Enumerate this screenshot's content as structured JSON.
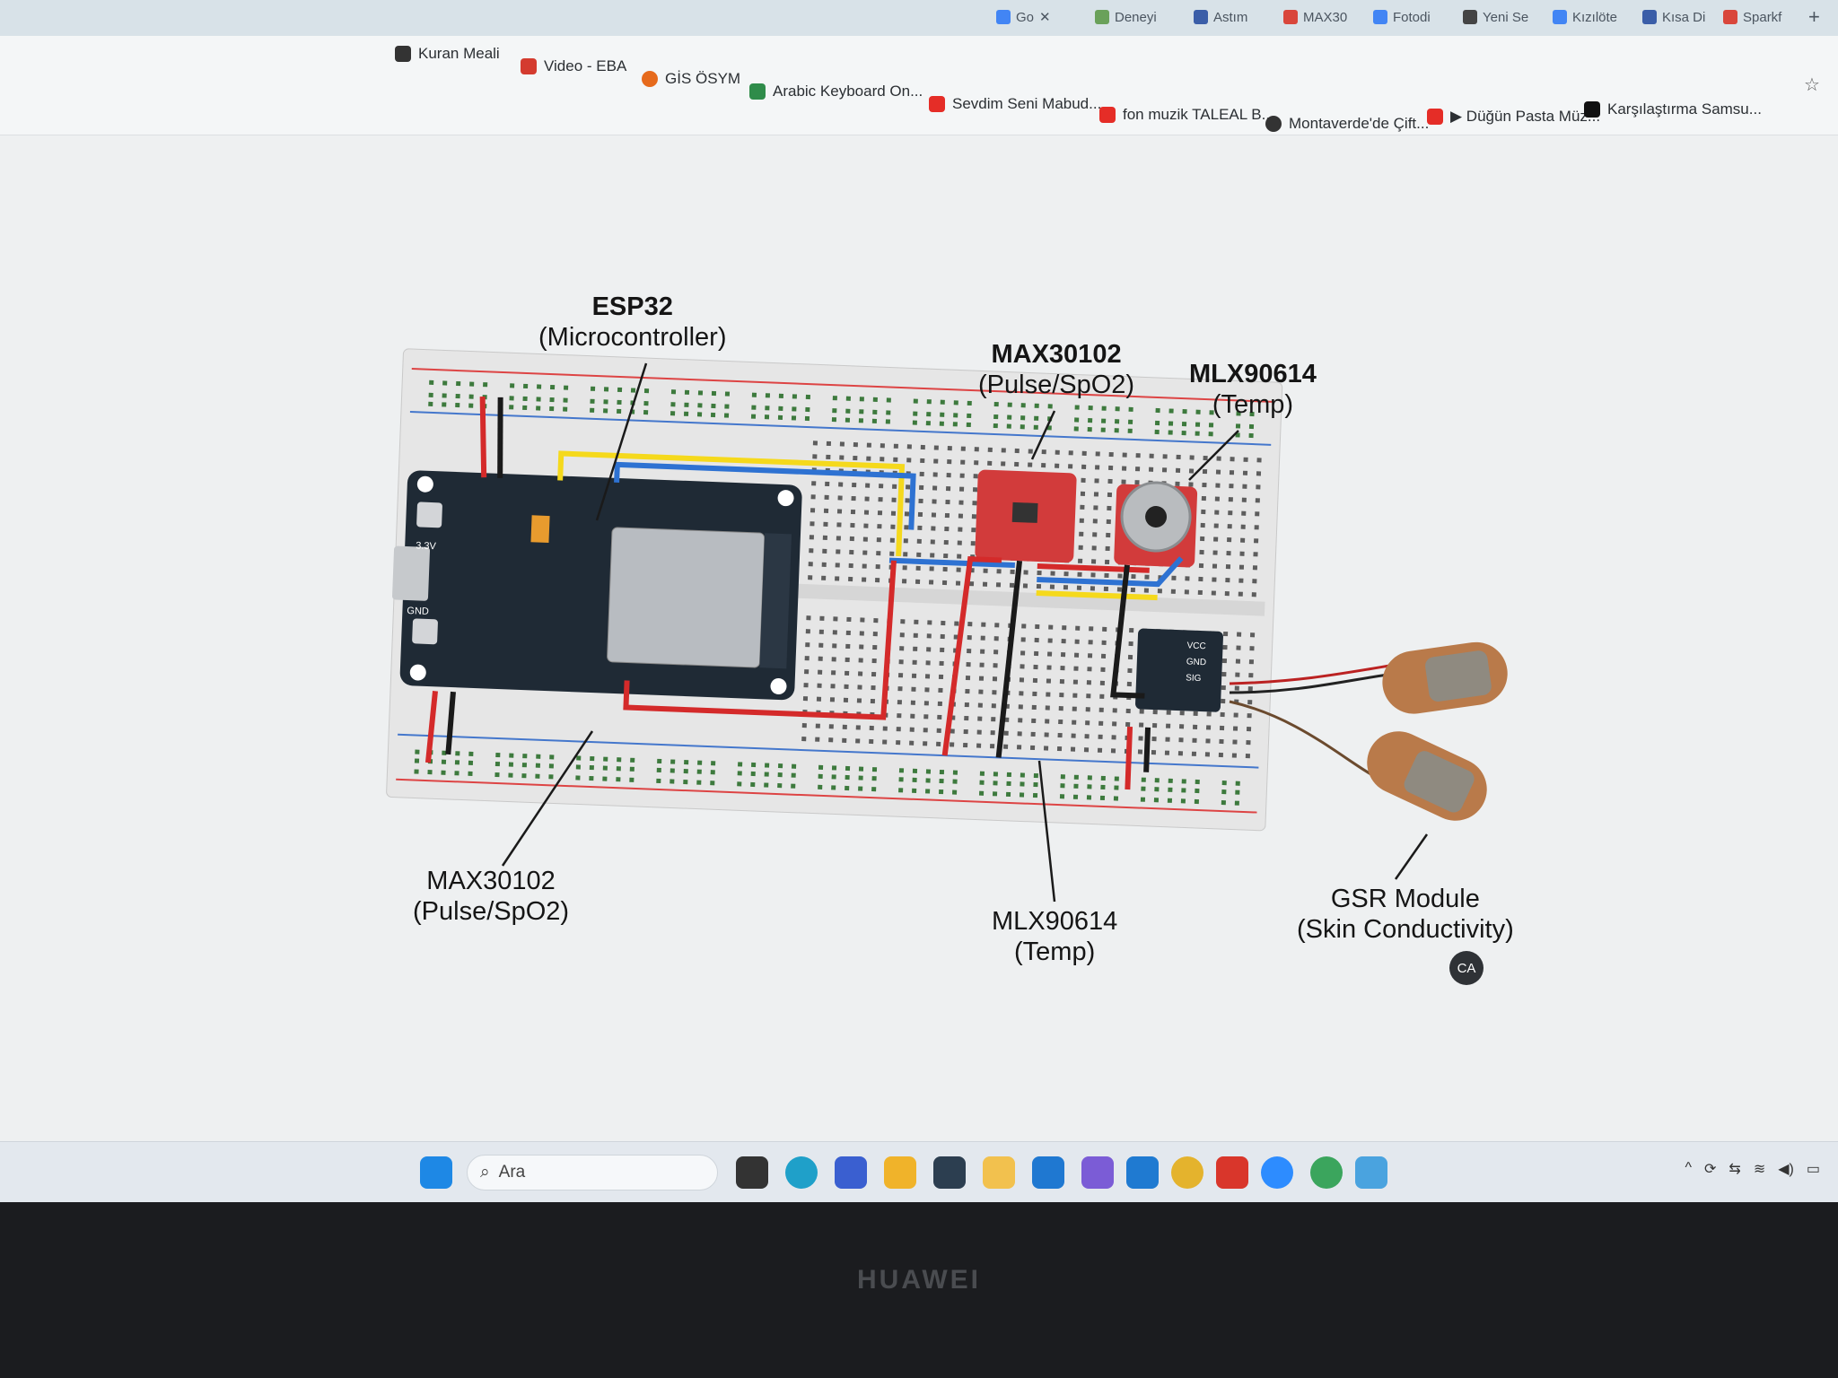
{
  "browser": {
    "tabs": [
      {
        "label": "Go",
        "icon": "google-icon"
      },
      {
        "label": "Deneyi",
        "icon": "doc-icon"
      },
      {
        "label": "Astım",
        "icon": "site-icon"
      },
      {
        "label": "MAX30",
        "icon": "hb-icon"
      },
      {
        "label": "Fotodi",
        "icon": "google-icon"
      },
      {
        "label": "Yeni Se",
        "icon": "chrome-icon"
      },
      {
        "label": "Kızılöte",
        "icon": "google-icon"
      },
      {
        "label": "Kısa Di",
        "icon": "site-icon"
      },
      {
        "label": "Sparkf",
        "icon": "sparkfun-icon"
      }
    ],
    "bookmarks_row1": [
      {
        "label": "Kuran Meali",
        "icon": "bars-icon"
      },
      {
        "label": "Video - EBA",
        "icon": "eba-icon"
      },
      {
        "label": "GİS ÖSYM",
        "icon": "osym-icon"
      },
      {
        "label": "Arabic Keyboard On...",
        "icon": "l-icon"
      },
      {
        "label": "Sevdim Seni Mabud...",
        "icon": "youtube-icon"
      },
      {
        "label": "fon muzik TALEAL B...",
        "icon": "youtube-icon"
      },
      {
        "label": "Montaverde'de Çift...",
        "icon": "site-icon"
      },
      {
        "label": "▶ Düğün Pasta Müz...",
        "icon": "youtube-icon"
      },
      {
        "label": "Karşılaştırma Samsu...",
        "icon": "v-icon"
      }
    ]
  },
  "diagram": {
    "esp32_title": "ESP32",
    "esp32_subtitle": "(Microcontroller)",
    "max_top_title": "MAX30102",
    "max_top_subtitle": "(Pulse/SpO2)",
    "mlx_top_title": "MLX90614",
    "mlx_top_subtitle": "(Temp)",
    "max_bottom_title": "MAX30102",
    "max_bottom_subtitle": "(Pulse/SpO2)",
    "mlx_bottom_title": "MLX90614",
    "mlx_bottom_subtitle": "(Temp)",
    "gsr_title": "GSR Module",
    "gsr_subtitle": "(Skin Conductivity)",
    "gsr_pins": [
      "VCC",
      "GND",
      "SIG"
    ],
    "board_pin_3v3": "3.3V",
    "board_pin_gnd": "GND",
    "badge": "CA"
  },
  "taskbar": {
    "search_placeholder": "Ara",
    "icons": [
      "windows-start-icon",
      "search-icon",
      "taskview-icon",
      "edge-icon",
      "store-icon",
      "photos-icon",
      "media-icon",
      "folder-icon",
      "cloud-icon",
      "copilot-icon",
      "vscode-icon",
      "chrome-icon",
      "wps-icon",
      "zoom-icon",
      "chrome-active-icon",
      "notepad-icon"
    ]
  },
  "laptop": {
    "brand": "HUAWEI"
  },
  "colors": {
    "wire_red": "#d42a2a",
    "wire_black": "#1a1a1a",
    "wire_yellow": "#f5d91c",
    "wire_blue": "#2e72d2",
    "board": "#1f2a35",
    "breakout_red": "#d23b3b"
  }
}
